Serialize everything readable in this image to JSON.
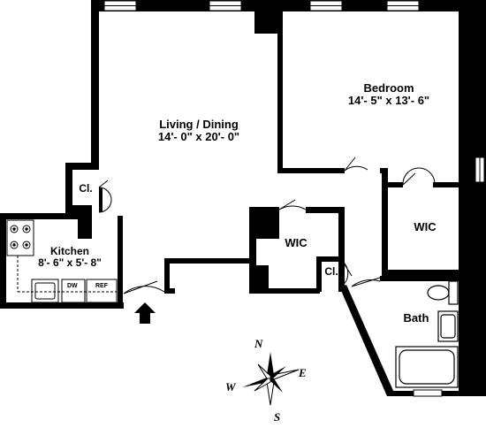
{
  "rooms": {
    "living": {
      "name": "Living / Dining",
      "dims": "14'- 0\" x 20'- 0\""
    },
    "bedroom": {
      "name": "Bedroom",
      "dims": "14'- 5\" x 13'- 6\""
    },
    "kitchen": {
      "name": "Kitchen",
      "dims": "8'- 6\" x 5'- 8\""
    },
    "wic_center": {
      "name": "WIC"
    },
    "wic_right": {
      "name": "WIC"
    },
    "closet_left": {
      "name": "Cl."
    },
    "closet_center": {
      "name": "Cl."
    },
    "bath": {
      "name": "Bath"
    }
  },
  "appliances": {
    "dishwasher": "DW",
    "refrigerator": "REF"
  },
  "compass": {
    "north": "N",
    "south": "S",
    "east": "E",
    "west": "W"
  },
  "colors": {
    "wall": "#000000",
    "background": "#ffffff"
  }
}
